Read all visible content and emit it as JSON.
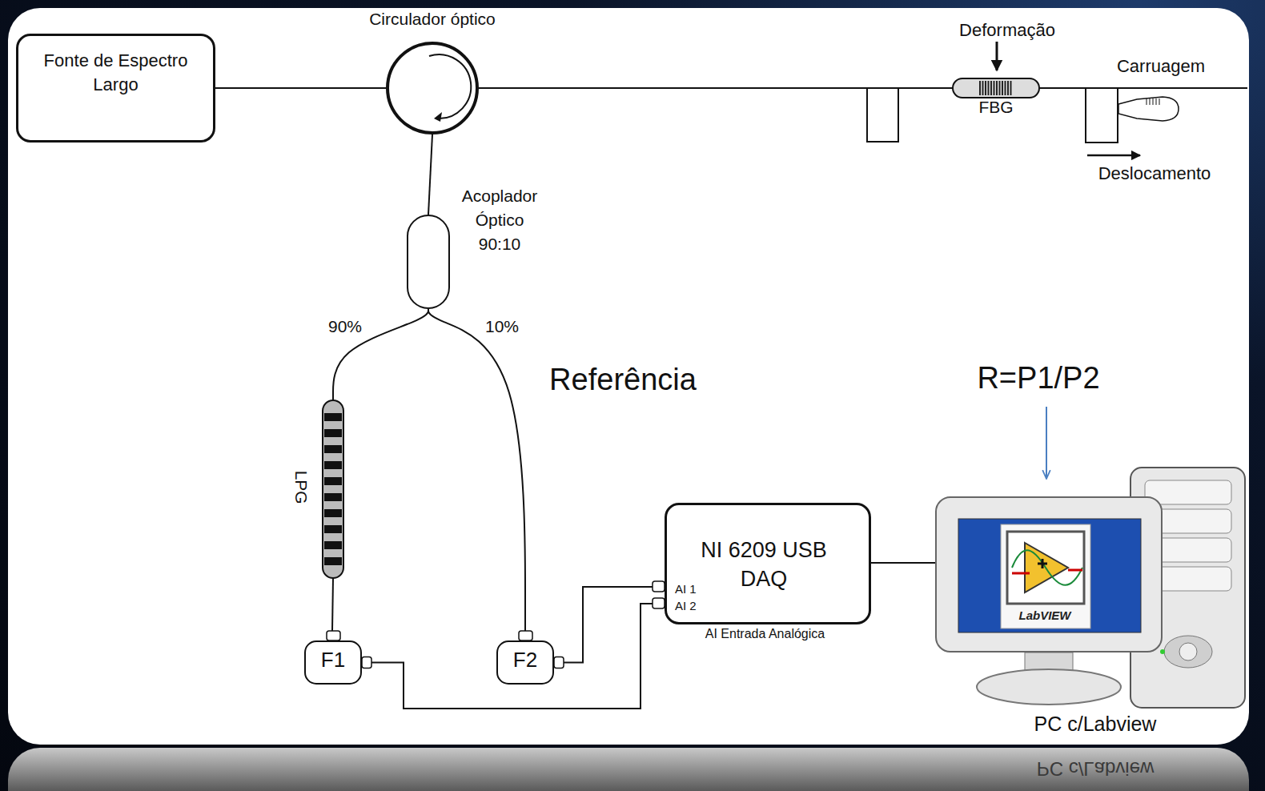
{
  "diagram": {
    "nodes": [
      {
        "text": [
          "Fonte de Espectro Largo"
        ]
      },
      {
        "text": [
          "Circulador óptico"
        ]
      },
      {
        "text": [
          "FBG"
        ]
      },
      {
        "text": [
          "Acoplador Óptico 90:10"
        ]
      },
      {
        "text": [
          "LPG"
        ]
      },
      {
        "text": [
          "F1"
        ]
      },
      {
        "text": [
          "F2"
        ]
      },
      {
        "text": [
          "NI 6209 USB DAQ",
          "AI 1",
          "AI 2",
          "AI Entrada Analógica"
        ]
      },
      {
        "text": [
          "PC c/Labview"
        ]
      }
    ],
    "edges": [
      {
        "from": 0,
        "to": 1,
        "arrow": "none"
      },
      {
        "from": 1,
        "to": 2,
        "arrow": "none"
      },
      {
        "from": 1,
        "to": 3,
        "arrow": "none"
      },
      {
        "from": 3,
        "to": 4,
        "arrow": "none"
      },
      {
        "from": 3,
        "to": 6,
        "arrow": "none"
      },
      {
        "from": 4,
        "to": 5,
        "arrow": "none"
      },
      {
        "from": 6,
        "to": 7,
        "arrow": "none"
      },
      {
        "from": 5,
        "to": 7,
        "arrow": "none"
      },
      {
        "from": 7,
        "to": 8,
        "arrow": "none"
      }
    ],
    "labels": [
      "Deformação",
      "Carruagem",
      "Deslocamento",
      "90%",
      "10%",
      "Referência",
      "R=P1/P2",
      "LabVIEW",
      "PC c/Labview"
    ]
  }
}
